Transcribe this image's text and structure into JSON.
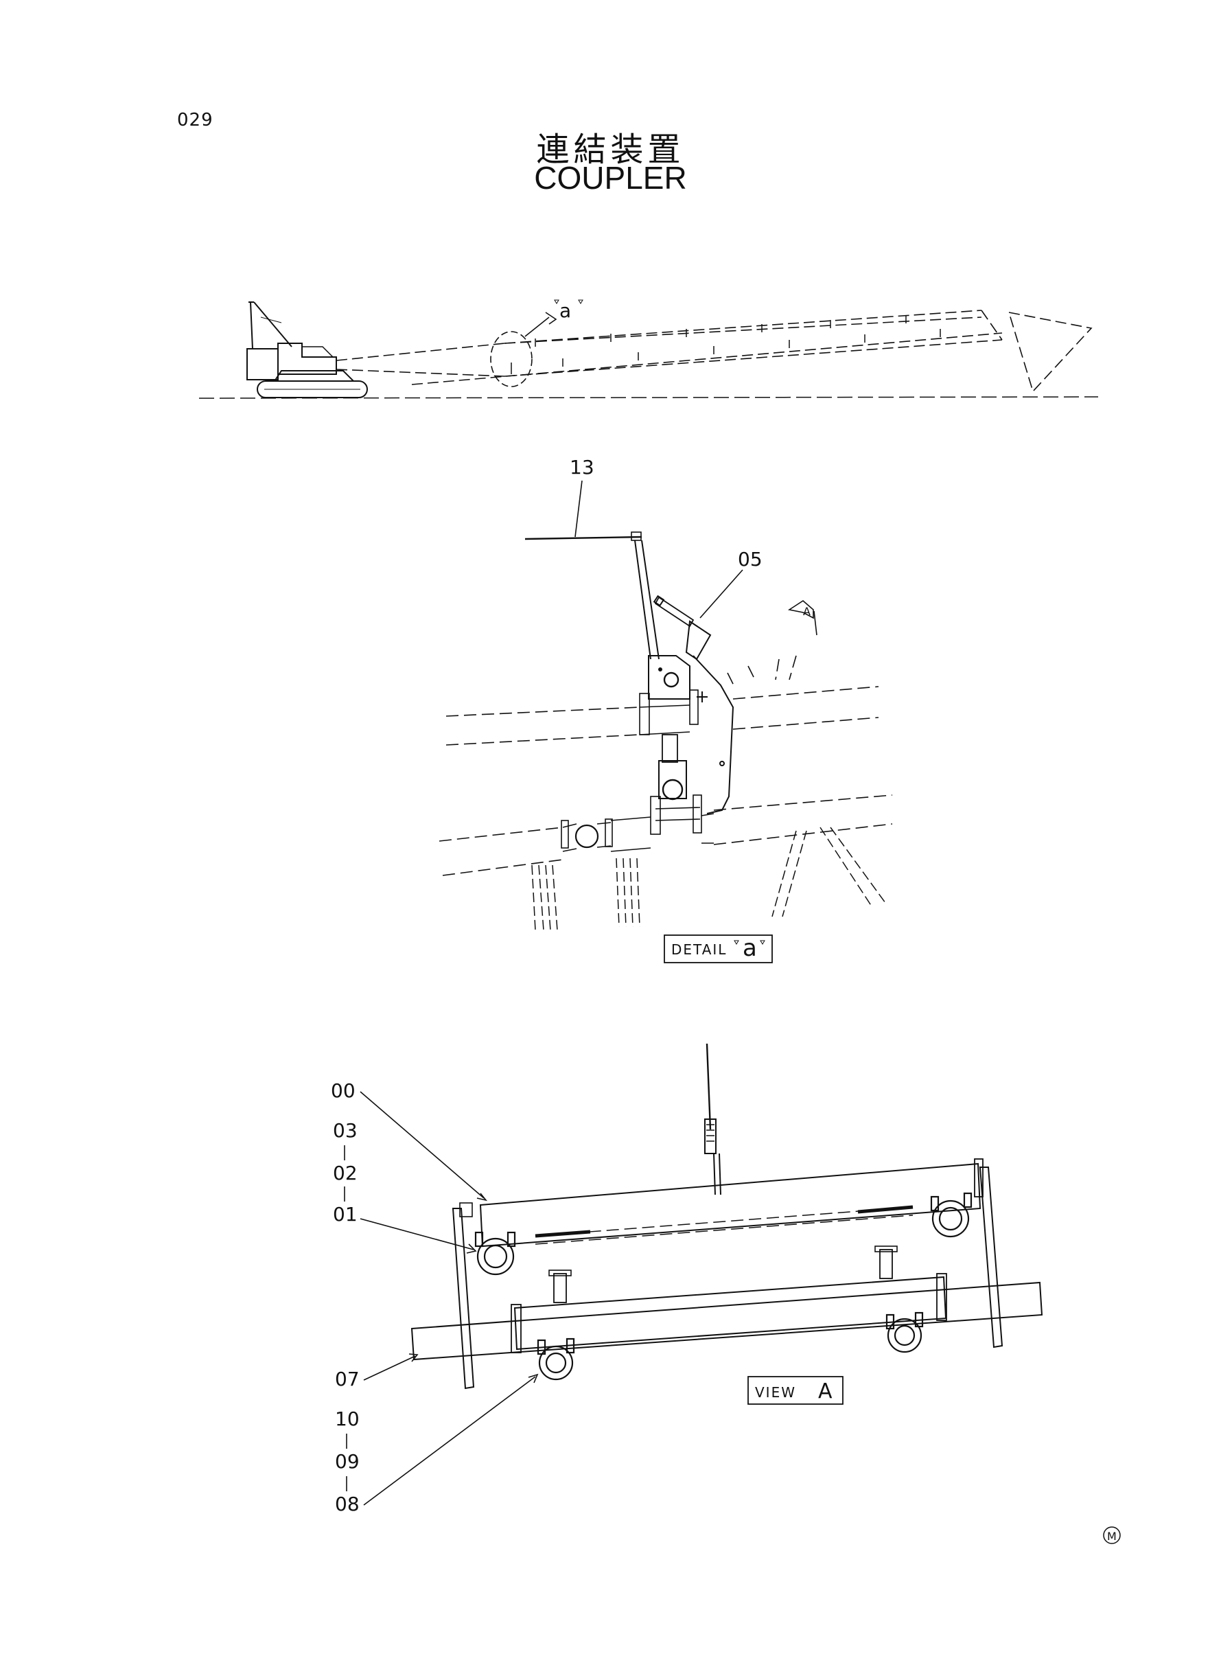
{
  "page": {
    "number": "029",
    "title_jp": "連結装置",
    "title_en": "COUPLER",
    "mark": "M"
  },
  "overview": {
    "detail_ref": "a"
  },
  "detail": {
    "label_prefix": "DETAIL",
    "label_ref": "a",
    "view_ref": "A",
    "callouts": [
      "13",
      "05"
    ]
  },
  "view": {
    "label_prefix": "VIEW",
    "label_ref": "A",
    "callouts": [
      "00",
      "03",
      "02",
      "01",
      "07",
      "10",
      "09",
      "08"
    ]
  }
}
